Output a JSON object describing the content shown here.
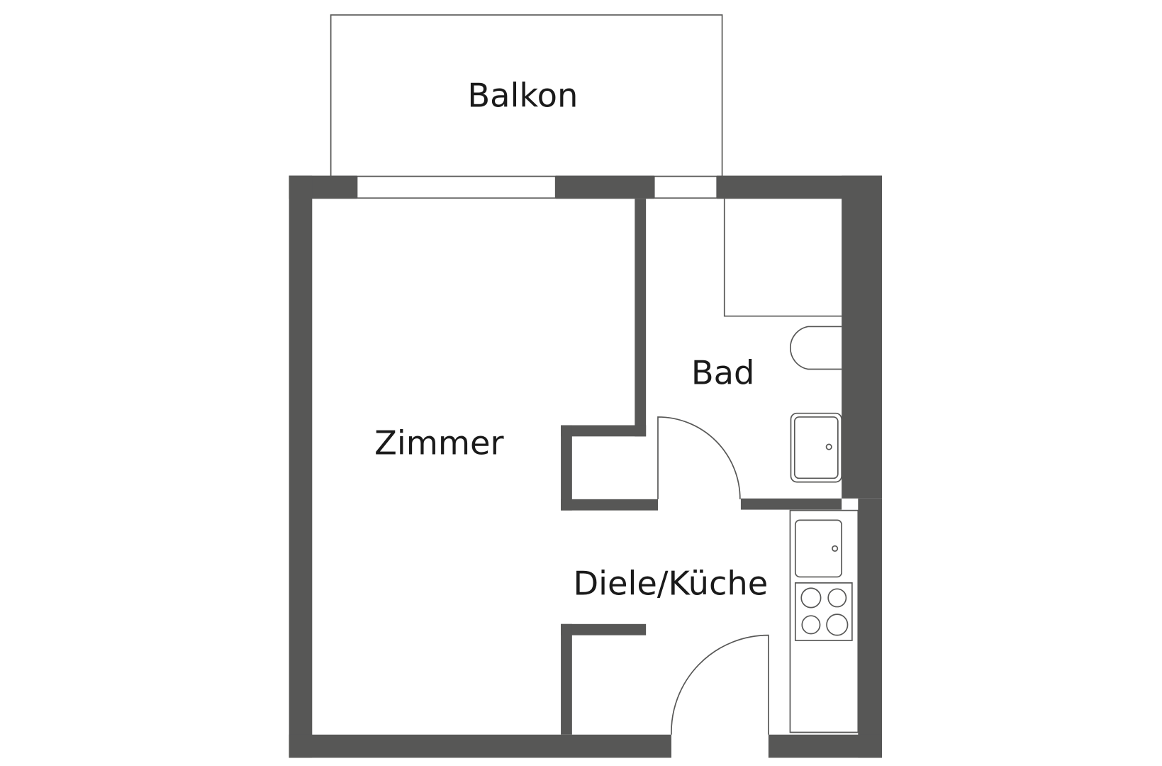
{
  "rooms": {
    "balkon": "Balkon",
    "zimmer": "Zimmer",
    "bad": "Bad",
    "diele_kueche": "Diele/Küche"
  },
  "colors": {
    "wall": "#575756",
    "background": "#ffffff",
    "text": "#1a1a1a"
  },
  "fixtures": [
    "bathtub-or-shower",
    "toilet",
    "bathroom-sink",
    "kitchen-sink",
    "stove"
  ]
}
